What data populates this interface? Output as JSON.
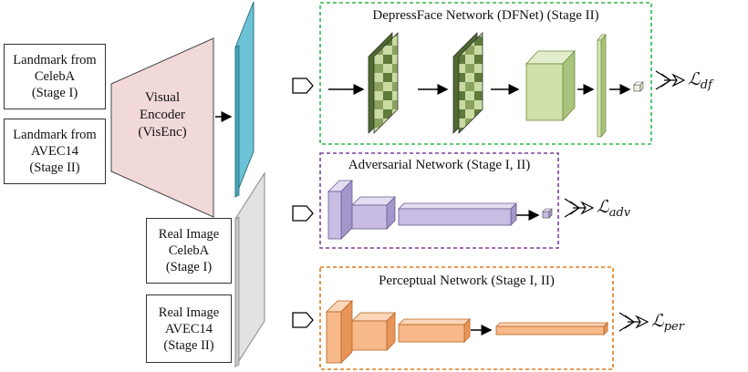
{
  "inputs": {
    "landmark_celeba": [
      "Landmark from",
      "CelebA",
      "(Stage I)"
    ],
    "landmark_avec14": [
      "Landmark from",
      "AVEC14",
      "(Stage II)"
    ],
    "real_celeba": [
      "Real Image",
      "CelebA",
      "(Stage I)"
    ],
    "real_avec14": [
      "Real Image",
      "AVEC14",
      "(Stage II)"
    ]
  },
  "encoder": {
    "label": [
      "Visual",
      "Encoder",
      "(VisEnc)"
    ],
    "color": "#f2d9d9"
  },
  "networks": {
    "dfnet": {
      "title": "DepressFace Network (DFNet) (Stage II)",
      "border": "#2db84b",
      "loss_symbol": "ℒ",
      "loss_sub": "df"
    },
    "adversarial": {
      "title": "Adversarial Network (Stage I, II)",
      "border": "#7b3fa0",
      "loss_symbol": "ℒ",
      "loss_sub": "adv"
    },
    "perceptual": {
      "title": "Perceptual Network (Stage I, II)",
      "border": "#e07b1d",
      "loss_symbol": "ℒ",
      "loss_sub": "per"
    }
  },
  "colors": {
    "feature_map_blue": "#6cc3d5",
    "feature_map_gray": "#e2e2e2",
    "dfnet_green_light": "#cfe0a8",
    "dfnet_green_dark": "#4f6a2c",
    "adv_purple": "#c9bde3",
    "per_orange": "#f7b98a"
  }
}
